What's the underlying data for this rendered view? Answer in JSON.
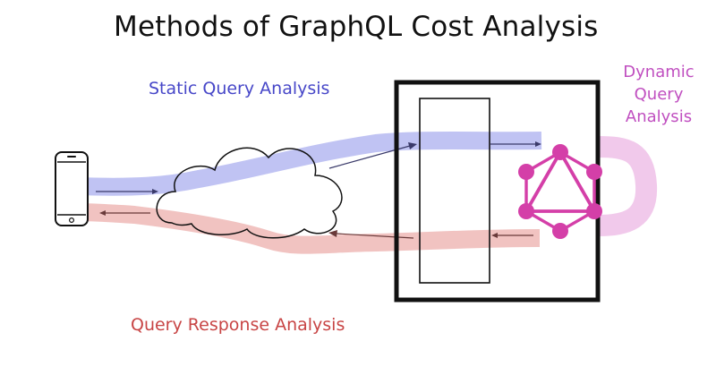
{
  "title": "Methods of GraphQL Cost Analysis",
  "labels": {
    "static_query_analysis": "Static Query Analysis",
    "query_response_analysis": "Query Response Analysis",
    "dynamic_query_analysis": [
      "Dynamic",
      "Query",
      "Analysis"
    ]
  },
  "colors": {
    "request_band": "#b9bcf2",
    "response_band": "#efb8b6",
    "static_label": "#4747c8",
    "response_label": "#c84545",
    "dynamic_band": "#f0c6ea",
    "graphql_logo": "#d43fa8",
    "outline": "#111111"
  },
  "icons": [
    "mobile-phone-icon",
    "cloud-icon",
    "graphql-logo-icon"
  ]
}
